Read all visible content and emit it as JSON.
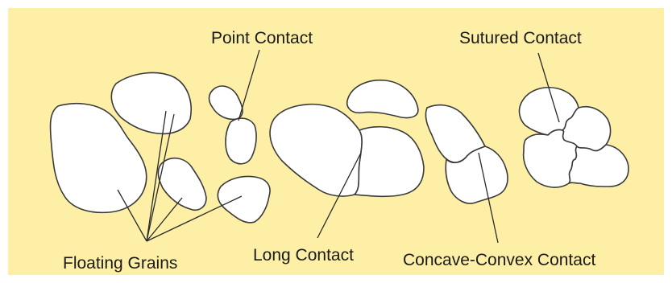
{
  "colors": {
    "background": "#fdf0a6",
    "grain_fill": "#ffffff",
    "outline": "#3a3a3a"
  },
  "labels": {
    "point_contact": "Point Contact",
    "sutured_contact": "Sutured Contact",
    "floating_grains": "Floating Grains",
    "long_contact": "Long Contact",
    "concave_convex_contact": "Concave-Convex Contact"
  }
}
